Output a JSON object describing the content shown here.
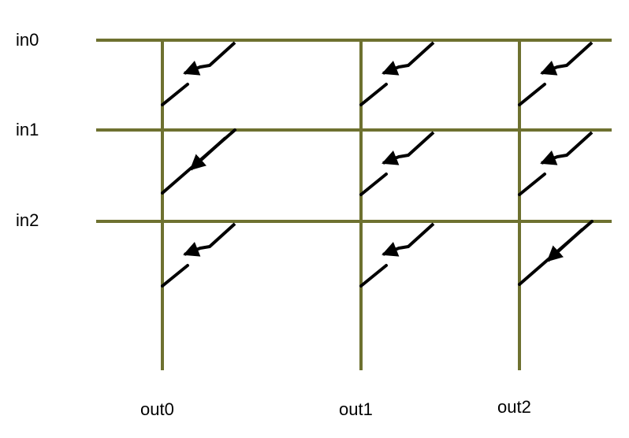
{
  "inputs": [
    "in0",
    "in1",
    "in2"
  ],
  "outputs": [
    "out0",
    "out1",
    "out2"
  ],
  "colors": {
    "wire": "#6e7130",
    "switch": "#000000",
    "text": "#000000",
    "background": "#ffffff"
  },
  "switches": [
    {
      "input": "in0",
      "output": "out0",
      "state": "open"
    },
    {
      "input": "in0",
      "output": "out1",
      "state": "open"
    },
    {
      "input": "in0",
      "output": "out2",
      "state": "open"
    },
    {
      "input": "in1",
      "output": "out0",
      "state": "closed"
    },
    {
      "input": "in1",
      "output": "out1",
      "state": "open"
    },
    {
      "input": "in1",
      "output": "out2",
      "state": "open"
    },
    {
      "input": "in2",
      "output": "out0",
      "state": "open"
    },
    {
      "input": "in2",
      "output": "out1",
      "state": "open"
    },
    {
      "input": "in2",
      "output": "out2",
      "state": "closed"
    }
  ]
}
